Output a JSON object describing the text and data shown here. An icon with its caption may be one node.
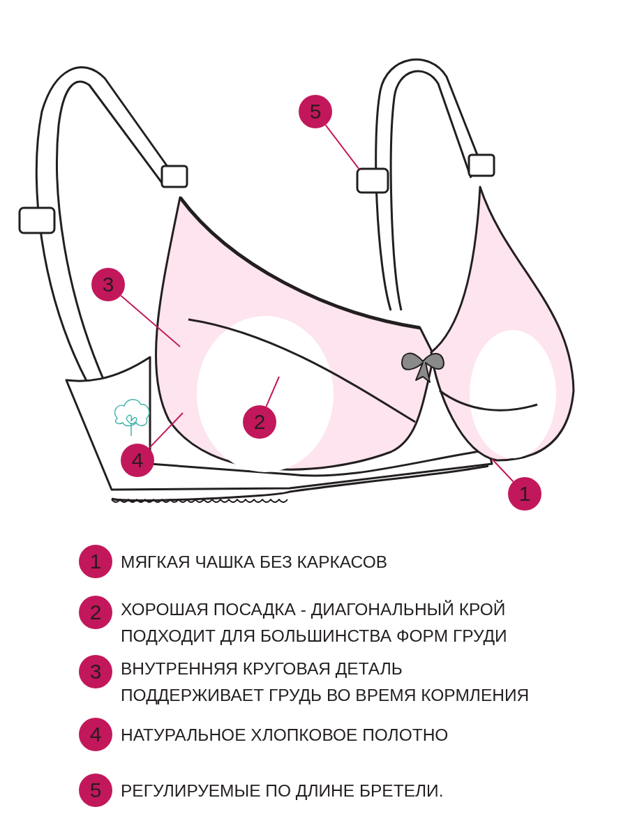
{
  "diagram": {
    "nodes": [
      {
        "text": [
          "5"
        ]
      },
      {
        "text": [
          "3"
        ]
      },
      {
        "text": [
          "2"
        ]
      },
      {
        "text": [
          "4"
        ]
      },
      {
        "text": [
          "1"
        ]
      },
      {
        "text": [
          "1"
        ],
        "beside": [
          "МЯГКАЯ ЧАШКА БЕЗ КАРКАСОВ"
        ]
      },
      {
        "text": [
          "2"
        ],
        "beside": [
          "ХОРОШАЯ ПОСАДКА - ДИАГОНАЛЬНЫЙ КРОЙ ПОДХОДИТ ДЛЯ БОЛЬШИНСТВА ФОРМ ГРУДИ"
        ]
      },
      {
        "text": [
          "3"
        ],
        "beside": [
          "ВНУТРЕННЯЯ КРУГОВАЯ ДЕТАЛЬ ПОДДЕРЖИВАЕТ ГРУДЬ ВО ВРЕМЯ КОРМЛЕНИЯ"
        ]
      },
      {
        "text": [
          "4"
        ],
        "beside": [
          "НАТУРАЛЬНОЕ ХЛОПКОВОЕ ПОЛОТНО"
        ]
      },
      {
        "text": [
          "5"
        ],
        "beside": [
          "РЕГУЛИРУЕМЫЕ ПО ДЛИНЕ БРЕТЕЛИ."
        ]
      }
    ],
    "edges": [
      {
        "from": 0,
        "to": null,
        "arrow": "none"
      },
      {
        "from": 1,
        "to": null,
        "arrow": "none"
      },
      {
        "from": 2,
        "to": null,
        "arrow": "none"
      },
      {
        "from": 3,
        "to": null,
        "arrow": "none"
      },
      {
        "from": 4,
        "to": null,
        "arrow": "none"
      }
    ]
  }
}
